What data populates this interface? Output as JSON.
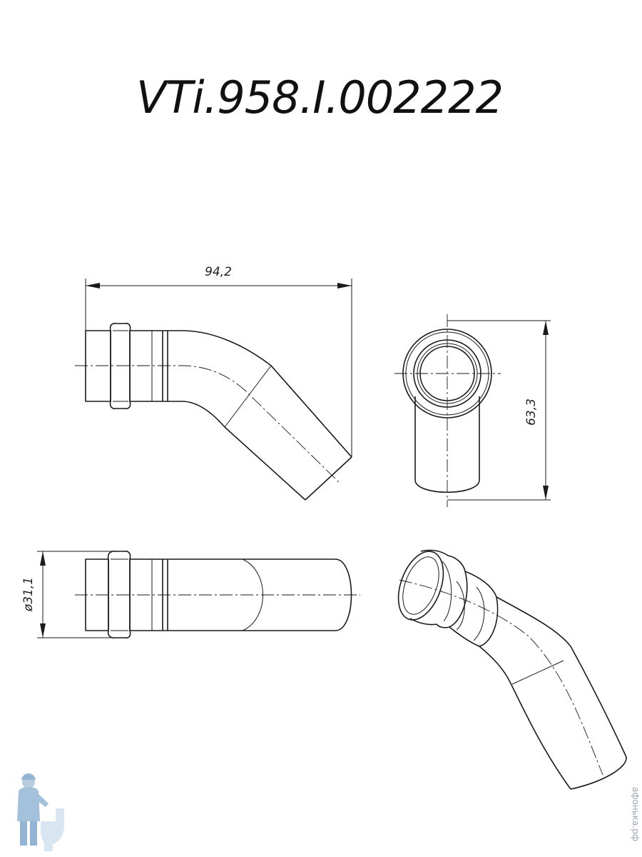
{
  "drawing": {
    "part_code": "VTi.958.I.002222",
    "dimensions": {
      "length": "94,2",
      "height": "63,3",
      "diameter": "ø31,1"
    },
    "watermark": "афонька.рф",
    "colors": {
      "line": "#1a1a1a",
      "background": "#ffffff",
      "watermark": "#9aa4ad"
    }
  }
}
